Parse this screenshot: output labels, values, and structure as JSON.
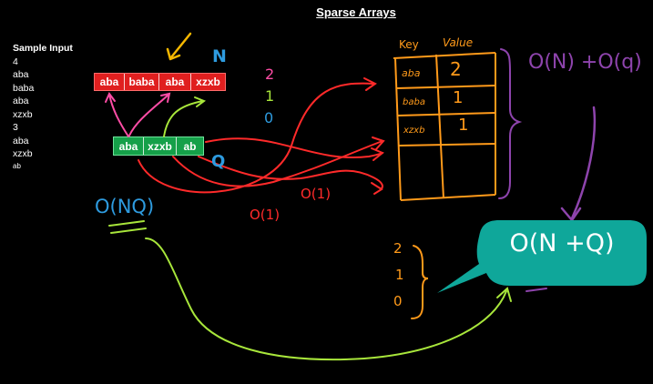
{
  "title": "Sparse Arrays",
  "sample_input": {
    "header": "Sample Input",
    "lines": [
      "4",
      "aba",
      "baba",
      "aba",
      "xzxb",
      "3",
      "aba",
      "xzxb"
    ],
    "last_line": "ab"
  },
  "strings_array": [
    "aba",
    "baba",
    "aba",
    "xzxb"
  ],
  "queries_array": [
    "aba",
    "xzxb",
    "ab"
  ],
  "labels": {
    "n": "N",
    "q": "Q",
    "counts": [
      "2",
      "1",
      "0"
    ],
    "o1_a": "O(1)",
    "o1_b": "O(1)",
    "onq": "O(NQ)",
    "on_plus_oq": "O(N) +O(q)",
    "bubble": "O(N +Q)",
    "results": [
      "2",
      "1",
      "0"
    ]
  },
  "table": {
    "headers": [
      "Key",
      "Value"
    ],
    "rows": [
      {
        "key": "aba",
        "value": "2"
      },
      {
        "key": "baba",
        "value": "1"
      },
      {
        "key": "xzxb",
        "value": "1"
      }
    ]
  },
  "colors": {
    "red_box": "#e01f1f",
    "green_box": "#15a049",
    "orange": "#ff8a1a",
    "purple": "#8e44ad",
    "teal_bubble": "#0fa79a",
    "blue": "#2e9bdf",
    "yellow_green": "#a8e63b",
    "magenta": "#ff4da6"
  }
}
